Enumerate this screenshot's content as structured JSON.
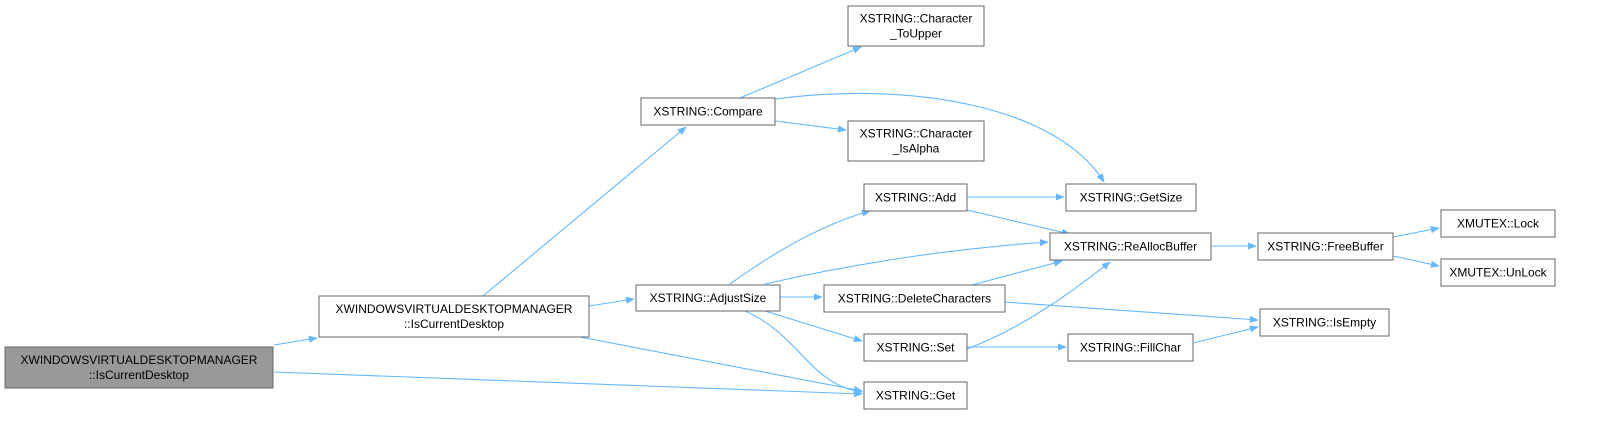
{
  "colors": {
    "edge": "#63b8ff",
    "node_fill": "#ffffff",
    "node_border": "#666666",
    "root_fill": "#999999"
  },
  "nodes": [
    {
      "id": "root",
      "lines": [
        "XWINDOWSVIRTUALDESKTOPMANAGER",
        "::IsCurrentDesktop"
      ],
      "root": true
    },
    {
      "id": "isdesk",
      "lines": [
        "XWINDOWSVIRTUALDESKTOPMANAGER",
        "::IsCurrentDesktop"
      ]
    },
    {
      "id": "compare",
      "lines": [
        "XSTRING::Compare"
      ]
    },
    {
      "id": "toupper",
      "lines": [
        "XSTRING::Character",
        "_ToUpper"
      ]
    },
    {
      "id": "isalpha",
      "lines": [
        "XSTRING::Character",
        "_IsAlpha"
      ]
    },
    {
      "id": "adjust",
      "lines": [
        "XSTRING::AdjustSize"
      ]
    },
    {
      "id": "add",
      "lines": [
        "XSTRING::Add"
      ]
    },
    {
      "id": "getsize",
      "lines": [
        "XSTRING::GetSize"
      ]
    },
    {
      "id": "realloc",
      "lines": [
        "XSTRING::ReAllocBuffer"
      ]
    },
    {
      "id": "delchars",
      "lines": [
        "XSTRING::DeleteCharacters"
      ]
    },
    {
      "id": "set",
      "lines": [
        "XSTRING::Set"
      ]
    },
    {
      "id": "get",
      "lines": [
        "XSTRING::Get"
      ]
    },
    {
      "id": "fillchar",
      "lines": [
        "XSTRING::FillChar"
      ]
    },
    {
      "id": "isempty",
      "lines": [
        "XSTRING::IsEmpty"
      ]
    },
    {
      "id": "freebuf",
      "lines": [
        "XSTRING::FreeBuffer"
      ]
    },
    {
      "id": "lock",
      "lines": [
        "XMUTEX::Lock"
      ]
    },
    {
      "id": "unlock",
      "lines": [
        "XMUTEX::UnLock"
      ]
    }
  ],
  "edges": [
    {
      "from": "root",
      "to": "isdesk"
    },
    {
      "from": "root",
      "to": "get"
    },
    {
      "from": "isdesk",
      "to": "compare"
    },
    {
      "from": "isdesk",
      "to": "adjust"
    },
    {
      "from": "isdesk",
      "to": "get"
    },
    {
      "from": "compare",
      "to": "toupper"
    },
    {
      "from": "compare",
      "to": "isalpha"
    },
    {
      "from": "compare",
      "to": "getsize"
    },
    {
      "from": "adjust",
      "to": "add"
    },
    {
      "from": "adjust",
      "to": "realloc"
    },
    {
      "from": "adjust",
      "to": "delchars"
    },
    {
      "from": "adjust",
      "to": "set"
    },
    {
      "from": "adjust",
      "to": "get"
    },
    {
      "from": "add",
      "to": "getsize"
    },
    {
      "from": "add",
      "to": "realloc"
    },
    {
      "from": "delchars",
      "to": "realloc"
    },
    {
      "from": "delchars",
      "to": "isempty"
    },
    {
      "from": "set",
      "to": "realloc"
    },
    {
      "from": "set",
      "to": "fillchar"
    },
    {
      "from": "fillchar",
      "to": "isempty"
    },
    {
      "from": "realloc",
      "to": "freebuf"
    },
    {
      "from": "freebuf",
      "to": "lock"
    },
    {
      "from": "freebuf",
      "to": "unlock"
    }
  ]
}
